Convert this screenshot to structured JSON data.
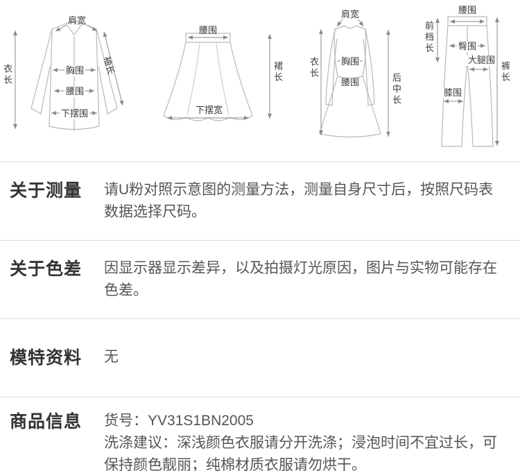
{
  "diagrams": {
    "shirt": {
      "shoulder": "肩宽",
      "length": "衣长",
      "sleeve": "袖长",
      "bust": "胸围",
      "waist": "腰围",
      "hem": "下摆围"
    },
    "skirt": {
      "waist": "腰围",
      "length": "裙长",
      "hem_width": "下摆宽"
    },
    "dress": {
      "shoulder": "肩宽",
      "length": "衣长",
      "bust": "胸围",
      "waist": "腰围",
      "back_length": "后中长"
    },
    "pants": {
      "waist": "腰围",
      "front_rise": "前档长",
      "hip": "臀围",
      "thigh": "大腿围",
      "length": "裤长",
      "knee": "膝围"
    }
  },
  "sections": [
    {
      "title": "关于测量",
      "lines": [
        "请U粉对照示意图的测量方法，测量自身尺寸后，按照尺码表数据选择尺码。"
      ]
    },
    {
      "title": "关于色差",
      "lines": [
        "因显示器显示差异，以及拍摄灯光原因，图片与实物可能存在色差。"
      ]
    },
    {
      "title": "模特资料",
      "lines": [
        "无"
      ]
    },
    {
      "title": "商品信息",
      "lines": [
        "货号：YV31S1BN2005",
        "洗涤建议：深浅颜色衣服请分开洗涤；浸泡时间不宜过长，可保持颜色靓丽；纯棉材质衣服请勿烘干。"
      ]
    }
  ]
}
